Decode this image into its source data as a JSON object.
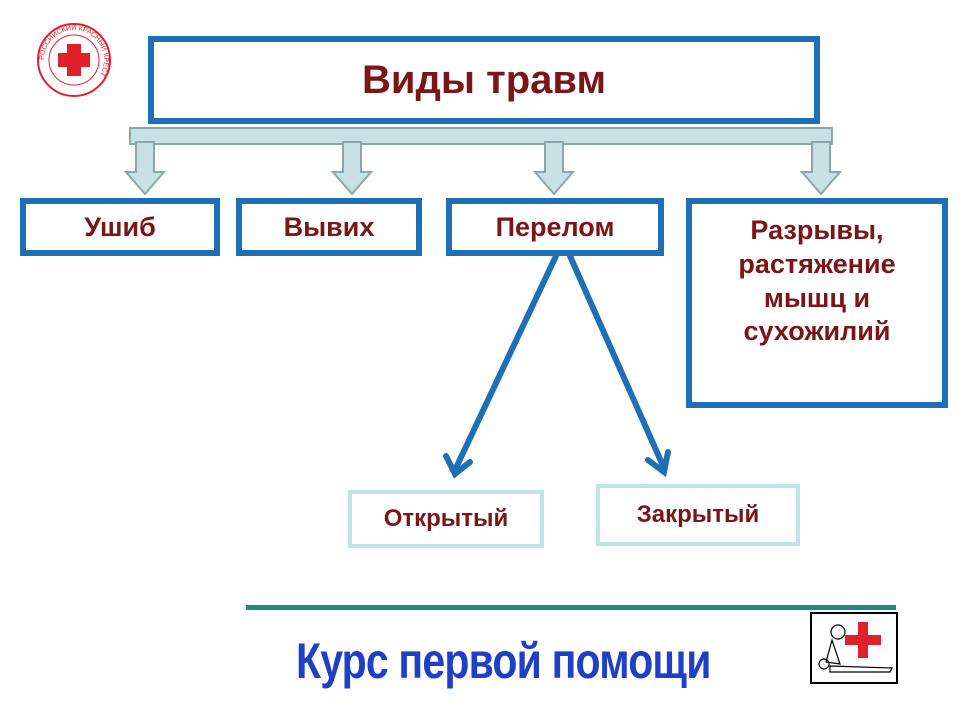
{
  "title": "Виды травм",
  "categories": [
    {
      "id": "ushib",
      "label": "Ушиб"
    },
    {
      "id": "vyvih",
      "label": "Вывих"
    },
    {
      "id": "perelom",
      "label": "Перелом"
    },
    {
      "id": "razryvy",
      "lines": [
        "Разрывы,",
        "растяжение",
        "мышц и",
        "сухожилий"
      ]
    }
  ],
  "fracture_types": [
    "Открытый",
    "Закрытый"
  ],
  "footer": "Курс первой помощи",
  "logo_text": "РОССИЙСКИЙ КРАСНЫЙ КРЕСТ",
  "colors": {
    "border_blue": "#1e6fb5",
    "text_red": "#7a1518",
    "connector_fill": "#c8e1e4",
    "connector_stroke": "#8aa7ab",
    "footer_blue": "#1f3fc7",
    "footer_line": "#1f8a86",
    "cross_red": "#e0202a"
  }
}
